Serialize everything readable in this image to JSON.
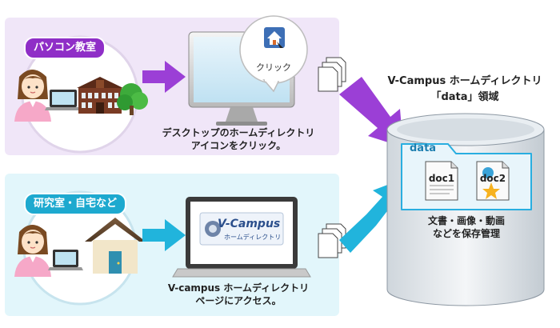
{
  "top_section": {
    "tag": "パソコン教室",
    "caption_line1": "デスクトップのホームディレクトリ",
    "caption_line2": "アイコンをクリック。",
    "bubble_label": "クリック"
  },
  "bottom_section": {
    "tag": "研究室・自宅など",
    "caption_line1": "V-campus ホームディレクトリ",
    "caption_line2": "ページにアクセス。",
    "screen_brand": "V-Campus",
    "screen_sub": "ホームディレクトリ"
  },
  "storage": {
    "title_line1": "V-Campus ホームディレクトリ",
    "title_line2": "「data」領域",
    "folder_label": "data",
    "doc1": "doc1",
    "doc2": "doc2",
    "caption_line1": "文書・画像・動画",
    "caption_line2": "などを保存管理"
  },
  "colors": {
    "purple_accent": "#8f2ec7",
    "cyan_accent": "#1da9cf",
    "panel_purple": "#f0e6f8",
    "panel_cyan": "#e2f6fb",
    "arrow_purple": "#9b3fd6",
    "arrow_cyan": "#21b4dc"
  }
}
